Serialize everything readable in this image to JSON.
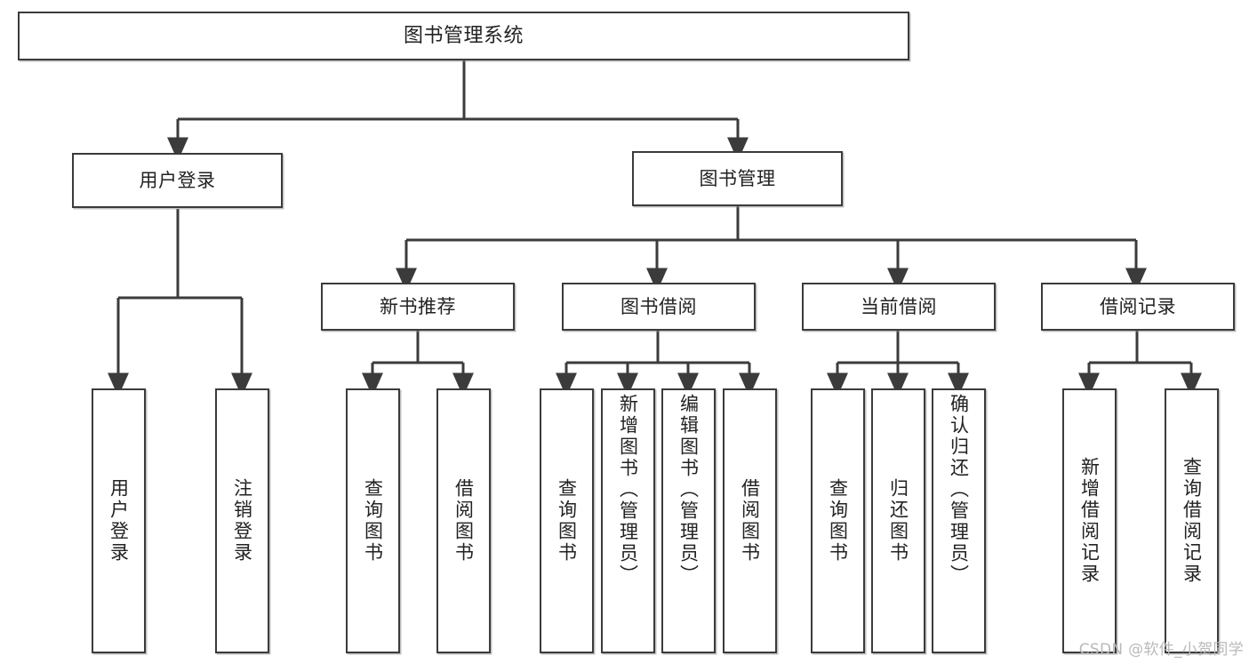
{
  "diagram": {
    "type": "tree-hierarchy-chart",
    "title": "图书管理系统",
    "orientation": "top-down",
    "colors": {
      "box_border": "#3b3b3b",
      "box_fill": "#ffffff",
      "edge": "#3b3b3b",
      "text": "#222222",
      "watermark": "#b9b9b9"
    }
  },
  "root": {
    "label": "图书管理系统"
  },
  "level1": [
    {
      "id": "user-login",
      "label": "用户登录"
    },
    {
      "id": "book-manage",
      "label": "图书管理"
    }
  ],
  "level2": [
    {
      "id": "new-book-recommend",
      "label": "新书推荐",
      "parent": "book-manage"
    },
    {
      "id": "book-borrow",
      "label": "图书借阅",
      "parent": "book-manage"
    },
    {
      "id": "current-borrow",
      "label": "当前借阅",
      "parent": "book-manage"
    },
    {
      "id": "borrow-record",
      "label": "借阅记录",
      "parent": "book-manage"
    }
  ],
  "leaves": {
    "user_login": [
      {
        "id": "leaf-user-login",
        "label": "用户登录"
      },
      {
        "id": "leaf-logout",
        "label": "注销登录"
      }
    ],
    "new_book_recommend": [
      {
        "id": "leaf-query-book-1",
        "label": "查询图书"
      },
      {
        "id": "leaf-borrow-book-1",
        "label": "借阅图书"
      }
    ],
    "book_borrow": [
      {
        "id": "leaf-query-book-2",
        "label": "查询图书"
      },
      {
        "id": "leaf-add-book",
        "label": "新增图书（管理员）"
      },
      {
        "id": "leaf-edit-book",
        "label": "编辑图书（管理员）"
      },
      {
        "id": "leaf-borrow-book-2",
        "label": "借阅图书"
      }
    ],
    "current_borrow": [
      {
        "id": "leaf-query-book-3",
        "label": "查询图书"
      },
      {
        "id": "leaf-return-book",
        "label": "归还图书"
      },
      {
        "id": "leaf-confirm-return",
        "label": "确认归还（管理员）"
      }
    ],
    "borrow_record": [
      {
        "id": "leaf-add-record",
        "label": "新增借阅记录"
      },
      {
        "id": "leaf-query-record",
        "label": "查询借阅记录"
      }
    ]
  },
  "watermark": {
    "text": "CSDN @软件_小贺同学"
  }
}
